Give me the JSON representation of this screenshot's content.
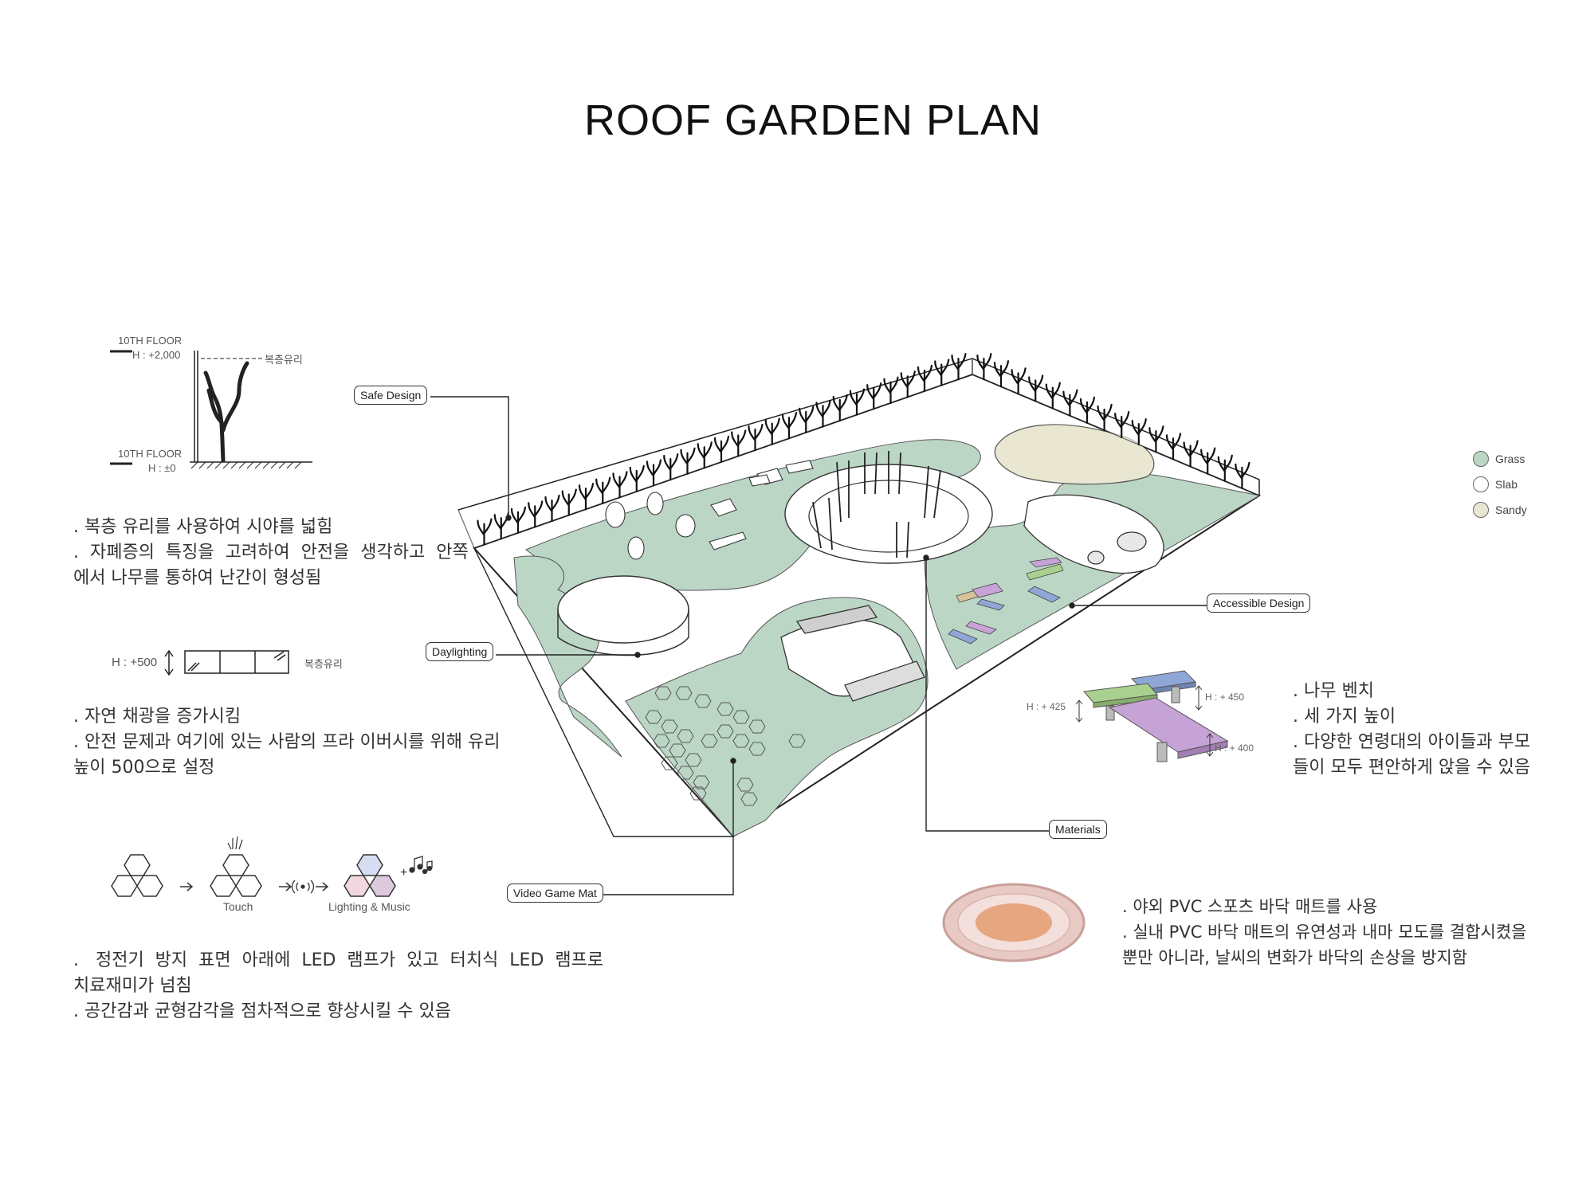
{
  "title": "ROOF GARDEN PLAN",
  "section1": {
    "floor_top_label": "10TH FLOOR",
    "floor_top_height": "H : +2,000",
    "glass_label": "복층유리",
    "floor_bottom_label": "10TH FLOOR",
    "floor_bottom_height": "H : ±0",
    "notes": ". 복층 유리를 사용하여 시야를 넓힘\n.  자폐증의  특징을  고려하여  안전을  생각하고  안쪽\n에서 나무를 통하여 난간이 형성됨"
  },
  "section2": {
    "height_label": "H : +500",
    "glass_label": "복층유리",
    "notes": ". 자연 채광을 증가시킴\n. 안전 문제과 여기에 있는 사람의 프라 이버시를 위해 유리\n높이 500으로 설정"
  },
  "section3": {
    "touch_label": "Touch",
    "lighting_label": "Lighting & Music",
    "notes": ".   정전기  방지  표면  아래에  LED  램프가  있고  터치식  LED  램프로\n치료재미가 넘침\n. 공간감과 균형감각을 점차적으로 향상시킬 수 있음"
  },
  "bench": {
    "h425": "H : + 425",
    "h450": "H : + 450",
    "h400": "H : + 400",
    "notes": ". 나무 벤치\n. 세 가지 높이\n. 다양한 연령대의 아이들과 부모\n들이 모두 편안하게 앉을 수 있음"
  },
  "mat": {
    "notes": ". 야외 PVC 스포츠 바닥 매트를 사용\n. 실내 PVC 바닥 매트의 유연성과 내마 모도를 결합시켰을\n뿐만 아니라, 날씨의 변화가 바닥의 손상을 방지함"
  },
  "callouts": {
    "safe_design": "Safe Design",
    "daylighting": "Daylighting",
    "accessible_design": "Accessible Design",
    "materials": "Materials",
    "video_game_mat": "Video Game Mat"
  },
  "legend": [
    {
      "label": "Grass",
      "color": "#bcd6c6"
    },
    {
      "label": "Slab",
      "color": "#ffffff"
    },
    {
      "label": "Sandy",
      "color": "#e9e6d2"
    }
  ],
  "colors": {
    "grass": "#bcd6c6",
    "slab": "#ffffff",
    "sandy": "#e9e6d2",
    "bench_green": "#a9d08e",
    "bench_blue": "#8fa7d6",
    "bench_purple": "#c6a3d6",
    "mat_outer": "#e9c9c4",
    "mat_inner": "#e6a67f"
  }
}
